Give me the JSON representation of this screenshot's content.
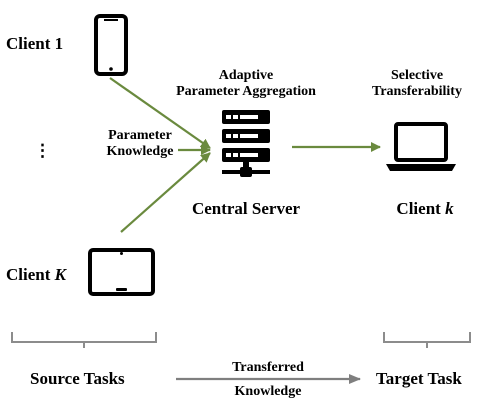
{
  "clients": {
    "first": {
      "prefix": "Client",
      "index": "1"
    },
    "last": {
      "prefix": "Client",
      "index": "K"
    },
    "target": {
      "prefix": "Client",
      "index": "k"
    },
    "ellipsis": "⋮"
  },
  "edge_label": {
    "line1": "Parameter",
    "line2": "Knowledge"
  },
  "server": {
    "title_line1": "Adaptive",
    "title_line2": "Parameter Aggregation",
    "name": "Central Server"
  },
  "target_title": {
    "line1": "Selective",
    "line2": "Transferability"
  },
  "bottom": {
    "source": "Source Tasks",
    "target": "Target Task",
    "arrow_line1": "Transferred",
    "arrow_line2": "Knowledge"
  },
  "colors": {
    "arrow_green": "#6a8a3e",
    "bottom_arrow": "#7f7f7f",
    "bracket": "#8c8c8c",
    "device": "#000000"
  },
  "icons": [
    "smartphone-icon",
    "tablet-icon",
    "server-icon",
    "laptop-icon"
  ]
}
